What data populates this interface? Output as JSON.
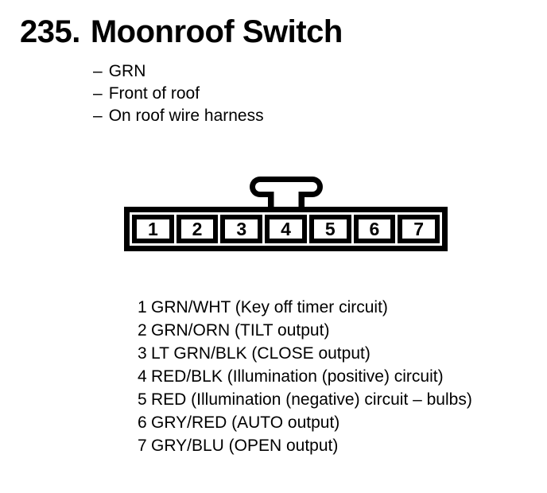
{
  "header": {
    "number": "235.",
    "title": "Moonroof Switch"
  },
  "notes": {
    "dash": "–",
    "items": [
      "GRN",
      "Front of roof",
      "On roof wire harness"
    ]
  },
  "connector": {
    "pins": [
      "1",
      "2",
      "3",
      "4",
      "5",
      "6",
      "7"
    ],
    "latch_icon": "t-latch-tab",
    "outline_color": "#000000",
    "fill_color": "#ffffff"
  },
  "pin_list": {
    "rows": [
      {
        "pin": "1",
        "label": "GRN/WHT (Key off timer circuit)"
      },
      {
        "pin": "2",
        "label": "GRN/ORN (TILT output)"
      },
      {
        "pin": "3",
        "label": "LT GRN/BLK (CLOSE output)"
      },
      {
        "pin": "4",
        "label": "RED/BLK (Illumination (positive) circuit)"
      },
      {
        "pin": "5",
        "label": "RED (Illumination (negative) circuit – bulbs)"
      },
      {
        "pin": "6",
        "label": "GRY/RED (AUTO output)"
      },
      {
        "pin": "7",
        "label": "GRY/BLU (OPEN output)"
      }
    ]
  }
}
